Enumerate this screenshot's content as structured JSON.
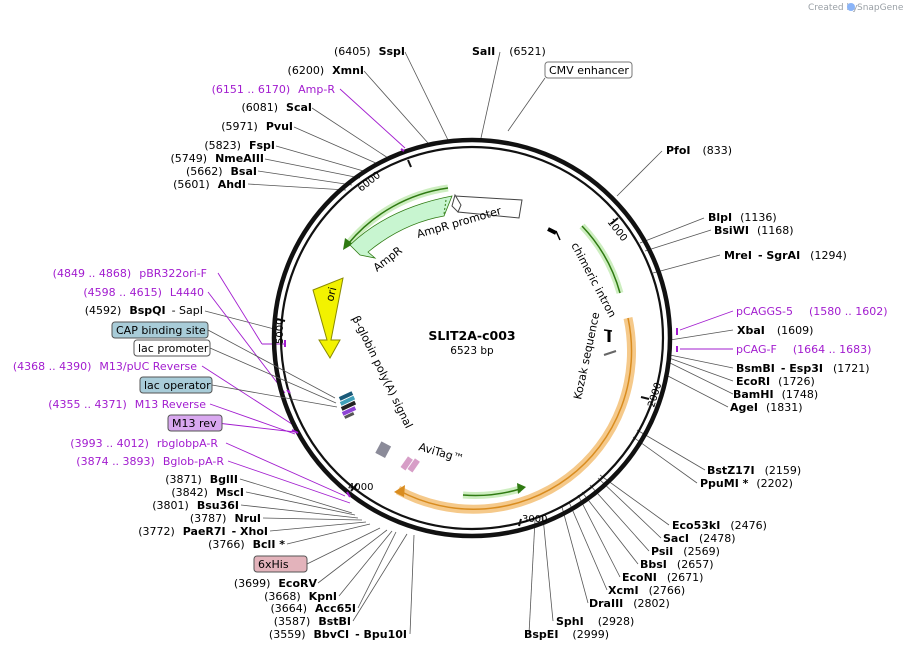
{
  "credit": "Created by",
  "brand": "SnapGene",
  "plasmid": {
    "name": "SLIT2A-c003",
    "size": "6523 bp"
  },
  "ticks": [
    "1000",
    "2000",
    "3000",
    "4000",
    "5000",
    "6000"
  ],
  "features": {
    "cmv": "CMV enhancer",
    "cap": "CAP binding site",
    "lacp": "lac promoter",
    "laco": "lac operator",
    "m13rev": "M13 rev",
    "his": "6xHis",
    "ampr_promoter": "AmpR promoter",
    "ampr": "AmpR",
    "ori": "ori",
    "chimeric": "chimeric intron",
    "kozak": "Kozak sequence",
    "polyA": "β-globin poly(A) signal",
    "avitag": "AviTag™"
  },
  "sites_left": [
    {
      "pos": "(6405)",
      "name": "SspI",
      "extra": ""
    },
    {
      "pos": "(6200)",
      "name": "XmnI",
      "extra": ""
    },
    {
      "pos": "(6081)",
      "name": "ScaI",
      "extra": ""
    },
    {
      "pos": "(5971)",
      "name": "PvuI",
      "extra": ""
    },
    {
      "pos": "(5823)",
      "name": "FspI",
      "extra": ""
    },
    {
      "pos": "(5749)",
      "name": "NmeAIII",
      "extra": ""
    },
    {
      "pos": "(5662)",
      "name": "BsaI",
      "extra": ""
    },
    {
      "pos": "(5601)",
      "name": "AhdI",
      "extra": ""
    },
    {
      "pos": "(4592)",
      "name": "BspQI",
      "extra": "- SapI"
    },
    {
      "pos": "(3871)",
      "name": "BglII",
      "extra": ""
    },
    {
      "pos": "(3842)",
      "name": "MscI",
      "extra": ""
    },
    {
      "pos": "(3801)",
      "name": "Bsu36I",
      "extra": ""
    },
    {
      "pos": "(3787)",
      "name": "NruI",
      "extra": ""
    },
    {
      "pos": "(3772)",
      "name": "PaeR7I",
      "extra": "- XhoI"
    },
    {
      "pos": "(3766)",
      "name": "BclI *",
      "extra": ""
    },
    {
      "pos": "(3699)",
      "name": "EcoRV",
      "extra": ""
    },
    {
      "pos": "(3668)",
      "name": "KpnI",
      "extra": ""
    },
    {
      "pos": "(3664)",
      "name": "Acc65I",
      "extra": ""
    },
    {
      "pos": "(3587)",
      "name": "BstBI",
      "extra": ""
    },
    {
      "pos": "(3559)",
      "name": "BbvCI",
      "extra": "- Bpu10I"
    }
  ],
  "primers_left": [
    {
      "range": "(6151 .. 6170)",
      "name": "Amp-R"
    },
    {
      "range": "(4849 .. 4868)",
      "name": "pBR322ori-F"
    },
    {
      "range": "(4598 .. 4615)",
      "name": "L4440"
    },
    {
      "range": "(4368 .. 4390)",
      "name": "M13/pUC Reverse"
    },
    {
      "range": "(4355 .. 4371)",
      "name": "M13 Reverse"
    },
    {
      "range": "(3993 .. 4012)",
      "name": "rbglobpA-R"
    },
    {
      "range": "(3874 .. 3893)",
      "name": "Bglob-pA-R"
    }
  ],
  "sites_right": [
    {
      "name": "SalI",
      "pos": "(6521)"
    },
    {
      "name": "PfoI",
      "pos": "(833)"
    },
    {
      "name": "BlpI",
      "pos": "(1136)"
    },
    {
      "name": "BsiWI",
      "pos": "(1168)"
    },
    {
      "name": "MreI",
      "extra": "- SgrAI",
      "pos": "(1294)"
    },
    {
      "name": "XbaI",
      "pos": "(1609)"
    },
    {
      "name": "BsmBI",
      "extra": "- Esp3I",
      "pos": "(1721)"
    },
    {
      "name": "EcoRI",
      "pos": "(1726)"
    },
    {
      "name": "BamHI",
      "pos": "(1748)"
    },
    {
      "name": "AgeI",
      "pos": "(1831)"
    },
    {
      "name": "BstZ17I",
      "pos": "(2159)"
    },
    {
      "name": "PpuMI *",
      "pos": "(2202)"
    },
    {
      "name": "Eco53kI",
      "pos": "(2476)"
    },
    {
      "name": "SacI",
      "pos": "(2478)"
    },
    {
      "name": "PsiI",
      "pos": "(2569)"
    },
    {
      "name": "BbsI",
      "pos": "(2657)"
    },
    {
      "name": "EcoNI",
      "pos": "(2671)"
    },
    {
      "name": "XcmI",
      "pos": "(2766)"
    },
    {
      "name": "DraIII",
      "pos": "(2802)"
    },
    {
      "name": "SphI",
      "pos": "(2928)"
    },
    {
      "name": "BspEI",
      "pos": "(2999)"
    }
  ],
  "primers_right": [
    {
      "name": "pCAGGS-5",
      "range": "(1580 .. 1602)"
    },
    {
      "name": "pCAG-F",
      "range": "(1664 .. 1683)"
    }
  ]
}
